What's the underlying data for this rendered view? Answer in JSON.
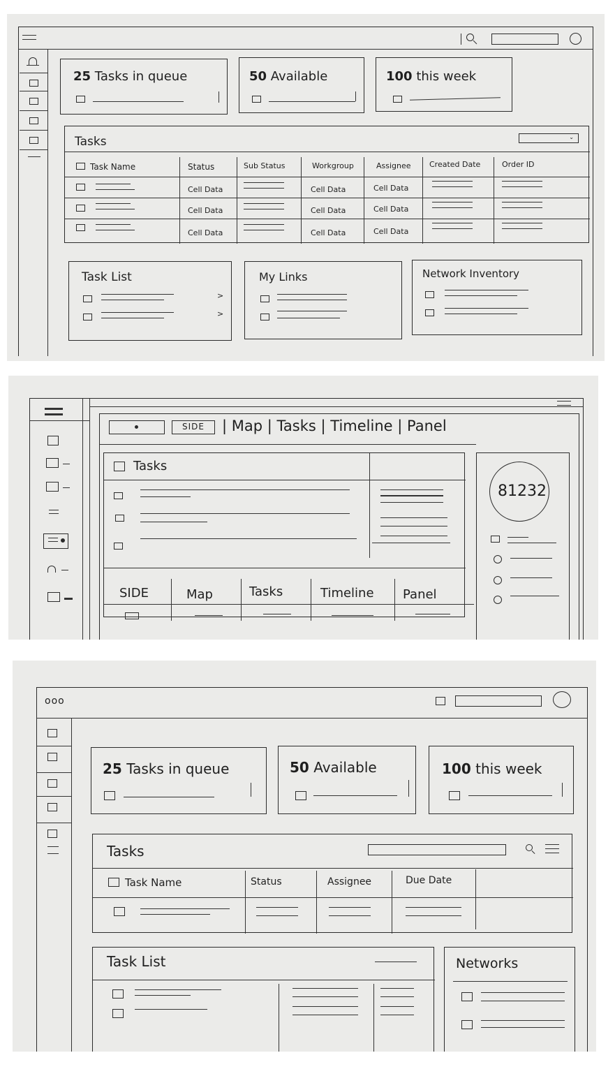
{
  "sketch1": {
    "stats": [
      {
        "number": "25",
        "label": "Tasks in queue"
      },
      {
        "number": "50",
        "label": "Available"
      },
      {
        "number": "100",
        "label": "this week"
      }
    ],
    "tasks_title": "Tasks",
    "columns": [
      "Task Name",
      "Status",
      "Sub Status",
      "Workgroup",
      "Assignee",
      "Created Date",
      "Order ID"
    ],
    "cell_text": "Cell Data",
    "panels": [
      "Task List",
      "My Links",
      "Network Inventory"
    ],
    "chevron": ">"
  },
  "sketch2": {
    "side_button": "SIDE",
    "tabs": [
      "Map",
      "Tasks",
      "Timeline",
      "Panel"
    ],
    "tasks_title": "Tasks",
    "metric": "81232",
    "bottom_tabs": [
      "SIDE",
      "Map",
      "Tasks",
      "Timeline",
      "Panel"
    ],
    "separator": "|"
  },
  "sketch3": {
    "window_dots": "ooo",
    "stats": [
      {
        "number": "25",
        "label": "Tasks in queue"
      },
      {
        "number": "50",
        "label": "Available"
      },
      {
        "number": "100",
        "label": "this week"
      }
    ],
    "tasks_title": "Tasks",
    "columns": [
      "Task Name",
      "Status",
      "Assignee",
      "Due Date"
    ],
    "panels": [
      "Task List",
      "Networks"
    ]
  },
  "icons": [
    "hamburger-icon",
    "search-icon",
    "avatar-icon",
    "bell-icon",
    "chevron-right-icon",
    "menu-icon",
    "checkbox-icon",
    "dropdown-icon"
  ]
}
